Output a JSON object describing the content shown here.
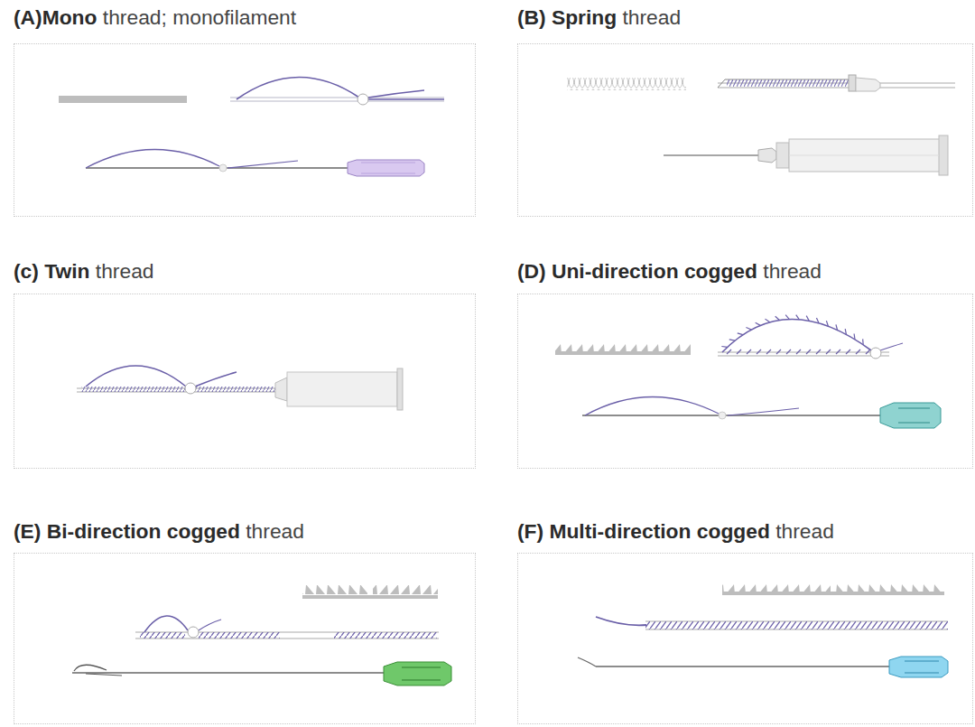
{
  "diagram": {
    "nodes": [
      {
        "text": [
          "(A)Mono",
          "thread; monofilament"
        ]
      },
      {
        "text": [
          "(B) Spring",
          "thread"
        ]
      },
      {
        "text": [
          "(c) Twin",
          "thread"
        ]
      },
      {
        "text": [
          "(D) Uni-direction cogged",
          "thread"
        ]
      },
      {
        "text": [
          "(E) Bi-direction cogged",
          "thread"
        ]
      },
      {
        "text": [
          "(F) Multi-direction cogged",
          "thread"
        ]
      }
    ]
  }
}
